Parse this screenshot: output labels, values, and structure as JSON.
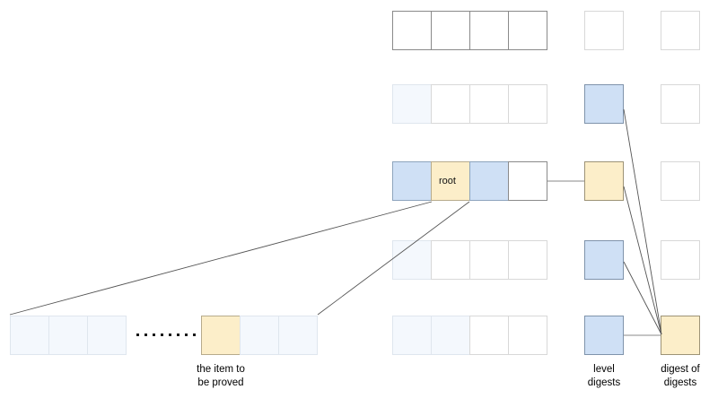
{
  "diagram": {
    "title": "merkle-style level digest proof diagram",
    "colors": {
      "pale_blue": "#f4f8fd",
      "blue": "#cfe0f5",
      "yellow": "#fceec9",
      "white": "#ffffff",
      "line": "#555555",
      "border_light": "#d8d8d8",
      "border_dark": "#8a8a8a"
    },
    "labels": {
      "root": "root",
      "item_to_be_proved": "the item to\nbe proved",
      "level_digests": "level\ndigests",
      "digest_of_digests": "digest of\ndigests"
    },
    "levels": [
      {
        "index": 0,
        "cells": [
          {
            "fill": "white",
            "border": "dark",
            "label": ""
          },
          {
            "fill": "white",
            "border": "dark",
            "label": ""
          },
          {
            "fill": "white",
            "border": "dark",
            "label": ""
          },
          {
            "fill": "white",
            "border": "dark",
            "label": ""
          }
        ],
        "level_digest": {
          "fill": "white",
          "label": ""
        },
        "digest_of_digests": {
          "fill": "white",
          "label": ""
        }
      },
      {
        "index": 1,
        "cells": [
          {
            "fill": "pale_blue",
            "border": "light",
            "label": ""
          },
          {
            "fill": "white",
            "border": "light",
            "label": ""
          },
          {
            "fill": "white",
            "border": "light",
            "label": ""
          },
          {
            "fill": "white",
            "border": "light",
            "label": ""
          }
        ],
        "level_digest": {
          "fill": "blue",
          "label": ""
        },
        "digest_of_digests": {
          "fill": "white",
          "label": ""
        }
      },
      {
        "index": 2,
        "cells": [
          {
            "fill": "blue",
            "border": "dark",
            "label": ""
          },
          {
            "fill": "yellow",
            "border": "dark",
            "label": "root"
          },
          {
            "fill": "blue",
            "border": "dark",
            "label": ""
          },
          {
            "fill": "white",
            "border": "dark",
            "label": ""
          }
        ],
        "level_digest": {
          "fill": "yellow",
          "label": ""
        },
        "digest_of_digests": {
          "fill": "white",
          "label": ""
        }
      },
      {
        "index": 3,
        "cells": [
          {
            "fill": "pale_blue",
            "border": "light",
            "label": ""
          },
          {
            "fill": "white",
            "border": "light",
            "label": ""
          },
          {
            "fill": "white",
            "border": "light",
            "label": ""
          },
          {
            "fill": "white",
            "border": "light",
            "label": ""
          }
        ],
        "level_digest": {
          "fill": "blue",
          "label": ""
        },
        "digest_of_digests": {
          "fill": "white",
          "label": ""
        }
      },
      {
        "index": 4,
        "cells": [
          {
            "fill": "pale_blue",
            "border": "light",
            "label": ""
          },
          {
            "fill": "pale_blue",
            "border": "light",
            "label": ""
          },
          {
            "fill": "white",
            "border": "light",
            "label": ""
          },
          {
            "fill": "white",
            "border": "light",
            "label": ""
          }
        ],
        "level_digest": {
          "fill": "blue",
          "label": ""
        },
        "digest_of_digests": {
          "fill": "yellow",
          "label": ""
        }
      }
    ],
    "bottom_left_row": {
      "left_cells": [
        {
          "fill": "pale_blue",
          "label": ""
        },
        {
          "fill": "pale_blue",
          "label": ""
        },
        {
          "fill": "pale_blue",
          "label": ""
        }
      ],
      "ellipsis_dot_count": 8,
      "right_cells": [
        {
          "fill": "yellow",
          "label": ""
        },
        {
          "fill": "pale_blue",
          "label": ""
        },
        {
          "fill": "pale_blue",
          "label": ""
        }
      ]
    },
    "connectors": {
      "expansion_lines": 2,
      "digest_converge_lines": 3,
      "horizontal_links": 2
    }
  }
}
